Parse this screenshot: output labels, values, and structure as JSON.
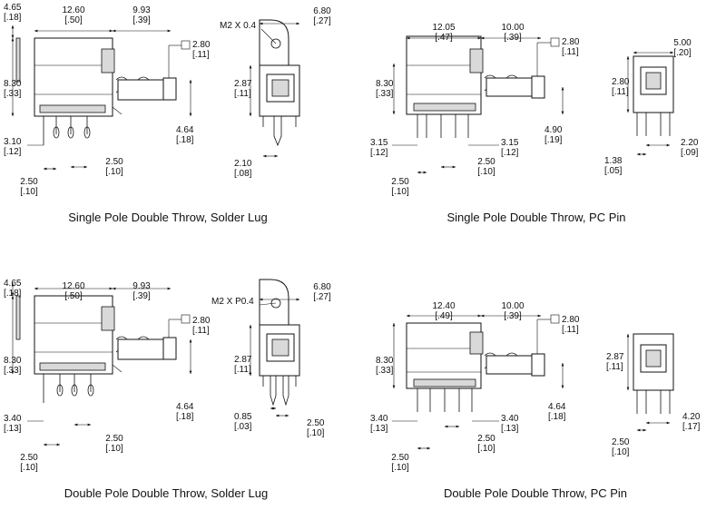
{
  "panels": [
    {
      "caption": "Single Pole Double Throw, Solder Lug",
      "side": {
        "top_height": "4.65",
        "top_height_in": "[.18]",
        "body_length": "12.60",
        "body_length_in": "[.50]",
        "plunger_travel": "9.93",
        "plunger_travel_in": "[.39]",
        "plunger_dia": "2.80",
        "plunger_dia_in": "[.11]",
        "body_height": "8.30",
        "body_height_in": "[.33]",
        "plunger_height": "4.64",
        "plunger_height_in": "[.18]",
        "left_offset": "3.10",
        "left_offset_in": "[.12]",
        "pin_pitch_a": "2.50",
        "pin_pitch_a_in": "[.10]",
        "pin_pitch_b": "2.50",
        "pin_pitch_b_in": "[.10]"
      },
      "end": {
        "thread": "M2 X 0.4",
        "width": "6.80",
        "width_in": "[.27]",
        "center_height": "2.87",
        "center_height_in": "[.11]",
        "lug_offset": "2.10",
        "lug_offset_in": "[.08]"
      }
    },
    {
      "caption": "Single Pole Double Throw, PC Pin",
      "side": {
        "body_length": "12.05",
        "body_length_in": "[.47]",
        "plunger_travel": "10.00",
        "plunger_travel_in": "[.39]",
        "plunger_dia": "2.80",
        "plunger_dia_in": "[.11]",
        "body_height": "8.30",
        "body_height_in": "[.33]",
        "plunger_height": "4.90",
        "plunger_height_in": "[.19]",
        "left_offset": "3.15",
        "left_offset_in": "[.12]",
        "right_offset": "3.15",
        "right_offset_in": "[.12]",
        "pin_pitch_a": "2.50",
        "pin_pitch_a_in": "[.10]",
        "pin_pitch_b": "2.50",
        "pin_pitch_b_in": "[.10]"
      },
      "end": {
        "width": "5.00",
        "width_in": "[.20]",
        "center_height": "2.80",
        "center_height_in": "[.11]",
        "pin_offset": "1.38",
        "pin_offset_in": "[.05]",
        "pin_spacing": "2.20",
        "pin_spacing_in": "[.09]"
      }
    },
    {
      "caption": "Double Pole Double Throw, Solder Lug",
      "side": {
        "top_height": "4.65",
        "top_height_in": "[.18]",
        "body_length": "12.60",
        "body_length_in": "[.50]",
        "plunger_travel": "9.93",
        "plunger_travel_in": "[.39]",
        "plunger_dia": "2.80",
        "plunger_dia_in": "[.11]",
        "body_height": "8.30",
        "body_height_in": "[.33]",
        "plunger_height": "4.64",
        "plunger_height_in": "[.18]",
        "left_offset": "3.40",
        "left_offset_in": "[.13]",
        "pin_pitch_a": "2.50",
        "pin_pitch_a_in": "[.10]",
        "pin_pitch_b": "2.50",
        "pin_pitch_b_in": "[.10]"
      },
      "end": {
        "thread": "M2 X P0.4",
        "width": "6.80",
        "width_in": "[.27]",
        "center_height": "2.87",
        "center_height_in": "[.11]",
        "lug_offset": "0.85",
        "lug_offset_in": "[.03]",
        "pin_spacing": "2.50",
        "pin_spacing_in": "[.10]"
      }
    },
    {
      "caption": "Double Pole Double Throw, PC Pin",
      "side": {
        "body_length": "12.40",
        "body_length_in": "[.49]",
        "plunger_travel": "10.00",
        "plunger_travel_in": "[.39]",
        "plunger_dia": "2.80",
        "plunger_dia_in": "[.11]",
        "body_height": "8.30",
        "body_height_in": "[.33]",
        "plunger_height": "4.64",
        "plunger_height_in": "[.18]",
        "left_offset": "3.40",
        "left_offset_in": "[.13]",
        "right_offset": "3.40",
        "right_offset_in": "[.13]",
        "pin_pitch_a": "2.50",
        "pin_pitch_a_in": "[.10]",
        "pin_pitch_b": "2.50",
        "pin_pitch_b_in": "[.10]"
      },
      "end": {
        "center_height": "2.87",
        "center_height_in": "[.11]",
        "pin_spacing": "4.20",
        "pin_spacing_in": "[.17]",
        "pin_offset": "2.50",
        "pin_offset_in": "[.10]"
      }
    }
  ]
}
